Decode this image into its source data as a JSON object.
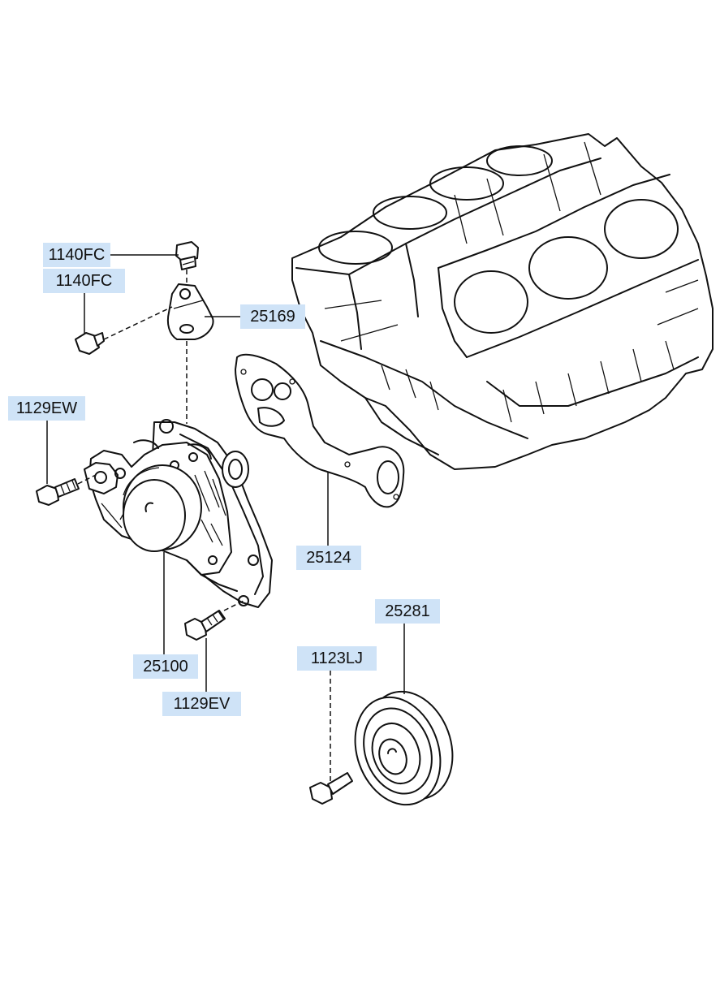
{
  "colors": {
    "label_background": "#cfe3f7",
    "line": "#111111",
    "background": "#ffffff"
  },
  "callouts": {
    "bolt_top": "1140FC",
    "bolt_left": "1140FC",
    "bracket": "25169",
    "bolt_pump_side": "1129EW",
    "gasket": "25124",
    "pulley": "25281",
    "idler_bolt": "1123LJ",
    "water_pump": "25100",
    "bolt_pump_bottom": "1129EV"
  }
}
